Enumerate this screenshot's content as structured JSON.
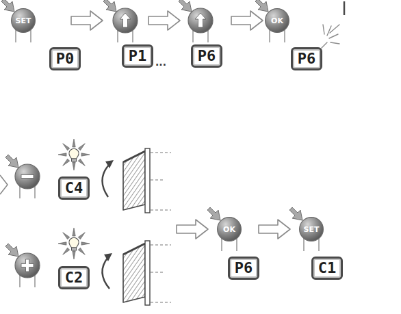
{
  "diagram": {
    "nodes": [
      {
        "text": [
          "SET"
        ]
      },
      {
        "text": [
          "P0"
        ]
      },
      {
        "text": [
          "P1"
        ]
      },
      {
        "text": [
          "P6"
        ]
      },
      {
        "text": [
          "OK"
        ]
      },
      {
        "text": [
          "P6"
        ]
      },
      {
        "text": [
          "C4"
        ]
      },
      {
        "text": [
          "C2"
        ]
      },
      {
        "text": [
          "OK"
        ]
      },
      {
        "text": [
          "P6"
        ]
      },
      {
        "text": [
          "SET"
        ]
      },
      {
        "text": [
          "C1"
        ]
      }
    ],
    "labels": [
      "..."
    ]
  }
}
